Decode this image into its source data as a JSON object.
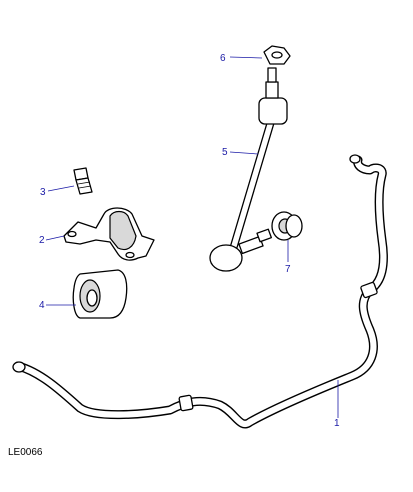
{
  "diagram": {
    "reference_code": "LE0066",
    "callouts": [
      {
        "id": "1",
        "label": "1"
      },
      {
        "id": "2",
        "label": "2"
      },
      {
        "id": "3",
        "label": "3"
      },
      {
        "id": "4",
        "label": "4"
      },
      {
        "id": "5",
        "label": "5"
      },
      {
        "id": "6",
        "label": "6"
      },
      {
        "id": "7",
        "label": "7"
      }
    ],
    "parts": [
      {
        "id": "1",
        "icon": "anti-roll-bar-icon"
      },
      {
        "id": "2",
        "icon": "clamp-bracket-icon"
      },
      {
        "id": "3",
        "icon": "bolt-icon"
      },
      {
        "id": "4",
        "icon": "bush-icon"
      },
      {
        "id": "5",
        "icon": "drop-link-icon"
      },
      {
        "id": "6",
        "icon": "nut-icon"
      },
      {
        "id": "7",
        "icon": "bush-icon"
      }
    ],
    "colors": {
      "callout": "#1a1aa6",
      "line": "#000000",
      "background": "#ffffff"
    }
  }
}
